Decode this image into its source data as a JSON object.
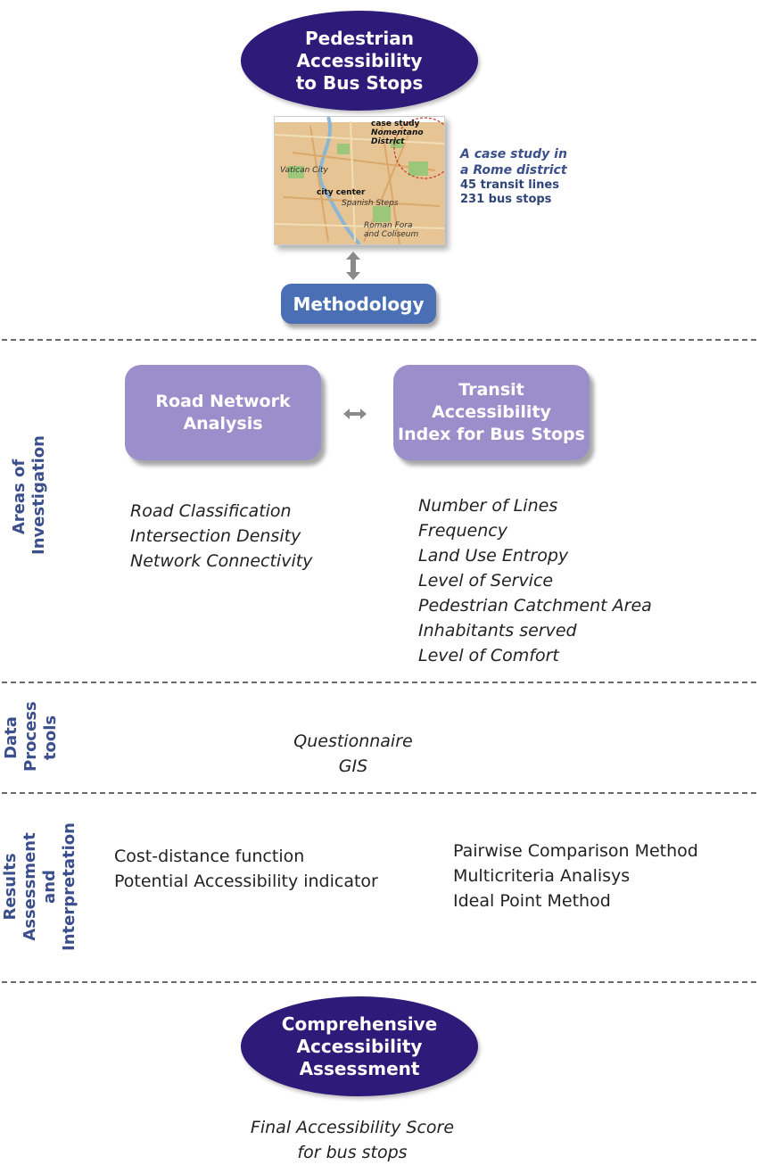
{
  "top": {
    "title": "Pedestrian\nAccessibility\nto Bus Stops"
  },
  "map": {
    "labels": {
      "case_study": "case study",
      "district": "Nomentano District",
      "vatican": "Vatican City",
      "city_center": "city center",
      "spanish_steps": "Spanish Steps",
      "roman_fora": "Roman Fora\nand Coliseum"
    }
  },
  "case_info": {
    "line1": "A case study in",
    "line2": "a Rome district",
    "lines": "45 transit lines",
    "stops": "231 bus stops"
  },
  "methodology": {
    "label": "Methodology"
  },
  "sections": {
    "areas": "Areas of\nInvestigation",
    "data": "Data\nProcess\ntools",
    "results": "Results\nAssessment and\nInterpretation"
  },
  "road_network": {
    "title": "Road Network\nAnalysis",
    "items": [
      "Road Classification",
      "Intersection Density",
      "Network Connectivity"
    ]
  },
  "transit_index": {
    "title": "Transit\nAccessibility\nIndex for Bus Stops",
    "items": [
      "Number of Lines",
      "Frequency",
      "Land Use Entropy",
      "Level of Service",
      "Pedestrian Catchment Area",
      "Inhabitants served",
      "Level of Comfort"
    ]
  },
  "tools": {
    "items": [
      "Questionnaire",
      "GIS"
    ]
  },
  "results_left": {
    "items": [
      "Cost-distance function",
      "Potential Accessibility indicator"
    ]
  },
  "results_right": {
    "items": [
      "Pairwise Comparison Method",
      "Multicriteria Analisys",
      "Ideal Point Method"
    ]
  },
  "bottom": {
    "title": "Comprehensive\nAccessibility\nAssessment",
    "caption": [
      "Final Accessibility Score",
      "for bus stops"
    ]
  }
}
